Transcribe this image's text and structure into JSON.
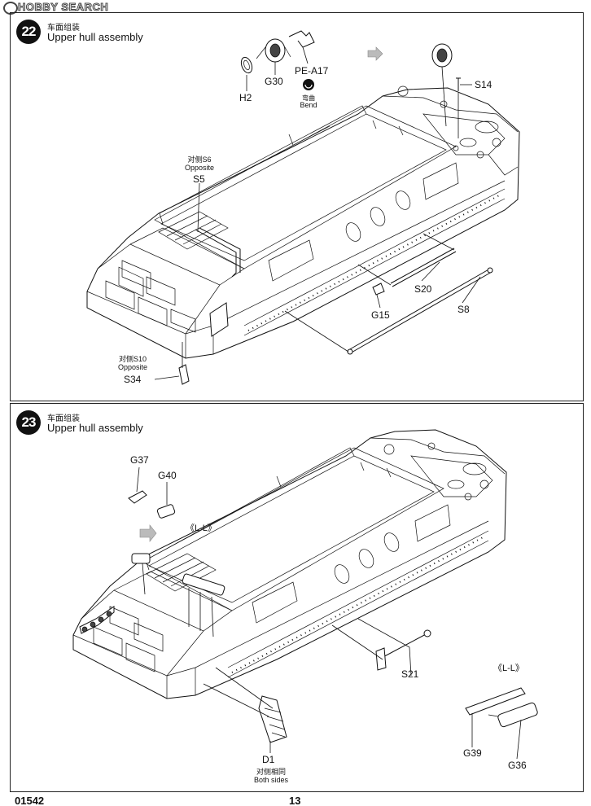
{
  "watermark": "HOBBY SEARCH",
  "steps": [
    {
      "number": "22",
      "title_cn": "车面组装",
      "title_en": "Upper hull assembly",
      "labels": {
        "h2": "H2",
        "g30": "G30",
        "pe_a17": "PE-A17",
        "bend_cn": "弯曲",
        "bend_en": "Bend",
        "s14": "S14",
        "opposite_s6_cn": "对侧S6",
        "opposite_en_1": "Opposite",
        "s5": "S5",
        "s20": "S20",
        "s8": "S8",
        "g15": "G15",
        "opposite_s10_cn": "对侧S10",
        "opposite_en_2": "Opposite",
        "s34": "S34"
      }
    },
    {
      "number": "23",
      "title_cn": "车面组装",
      "title_en": "Upper hull assembly",
      "labels": {
        "g37": "G37",
        "g40": "G40",
        "ll_1": "《L-L》",
        "s21": "S21",
        "ll_2": "《L-L》",
        "g39": "G39",
        "g36": "G36",
        "d1": "D1",
        "both_sides_cn": "对侧相同",
        "both_sides_en": "Both sides"
      }
    }
  ],
  "footer": {
    "code": "01542",
    "page_number": "13"
  }
}
